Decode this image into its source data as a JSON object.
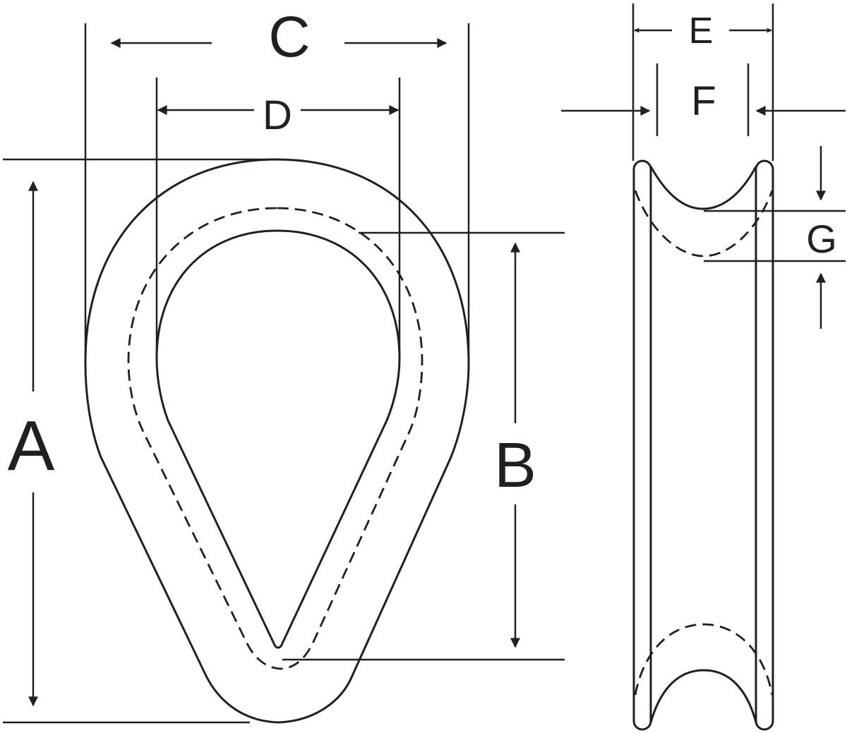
{
  "labels": {
    "A": "A",
    "B": "B",
    "C": "C",
    "D": "D",
    "E": "E",
    "F": "F",
    "G": "G"
  },
  "colors": {
    "ink": "#231f20",
    "background": "#ffffff"
  }
}
